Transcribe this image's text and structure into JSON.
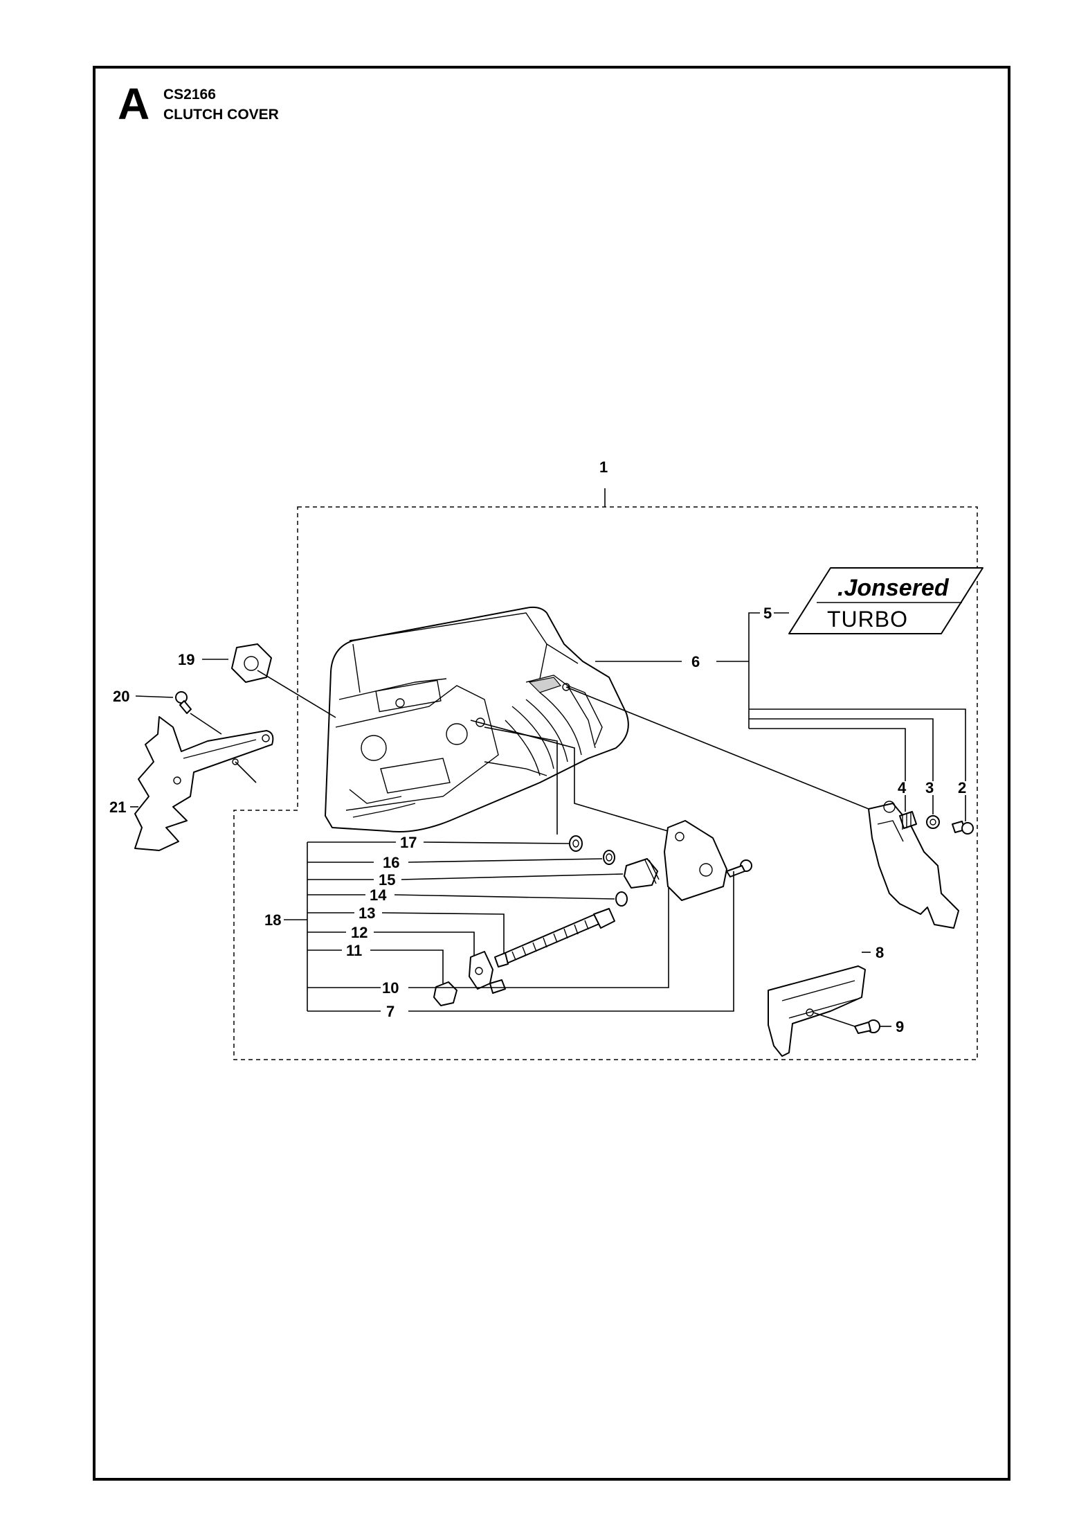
{
  "header": {
    "section_letter": "A",
    "model_code": "CS2166",
    "section_title": "CLUTCH COVER"
  },
  "decal": {
    "brand": ".Jonsered",
    "model": "TURBO"
  },
  "callouts": {
    "c1": "1",
    "c2": "2",
    "c3": "3",
    "c4": "4",
    "c5": "5",
    "c6": "6",
    "c7": "7",
    "c8": "8",
    "c9": "9",
    "c10": "10",
    "c11": "11",
    "c12": "12",
    "c13": "13",
    "c14": "14",
    "c15": "15",
    "c16": "16",
    "c17": "17",
    "c18": "18",
    "c19": "19",
    "c20": "20",
    "c21": "21"
  }
}
